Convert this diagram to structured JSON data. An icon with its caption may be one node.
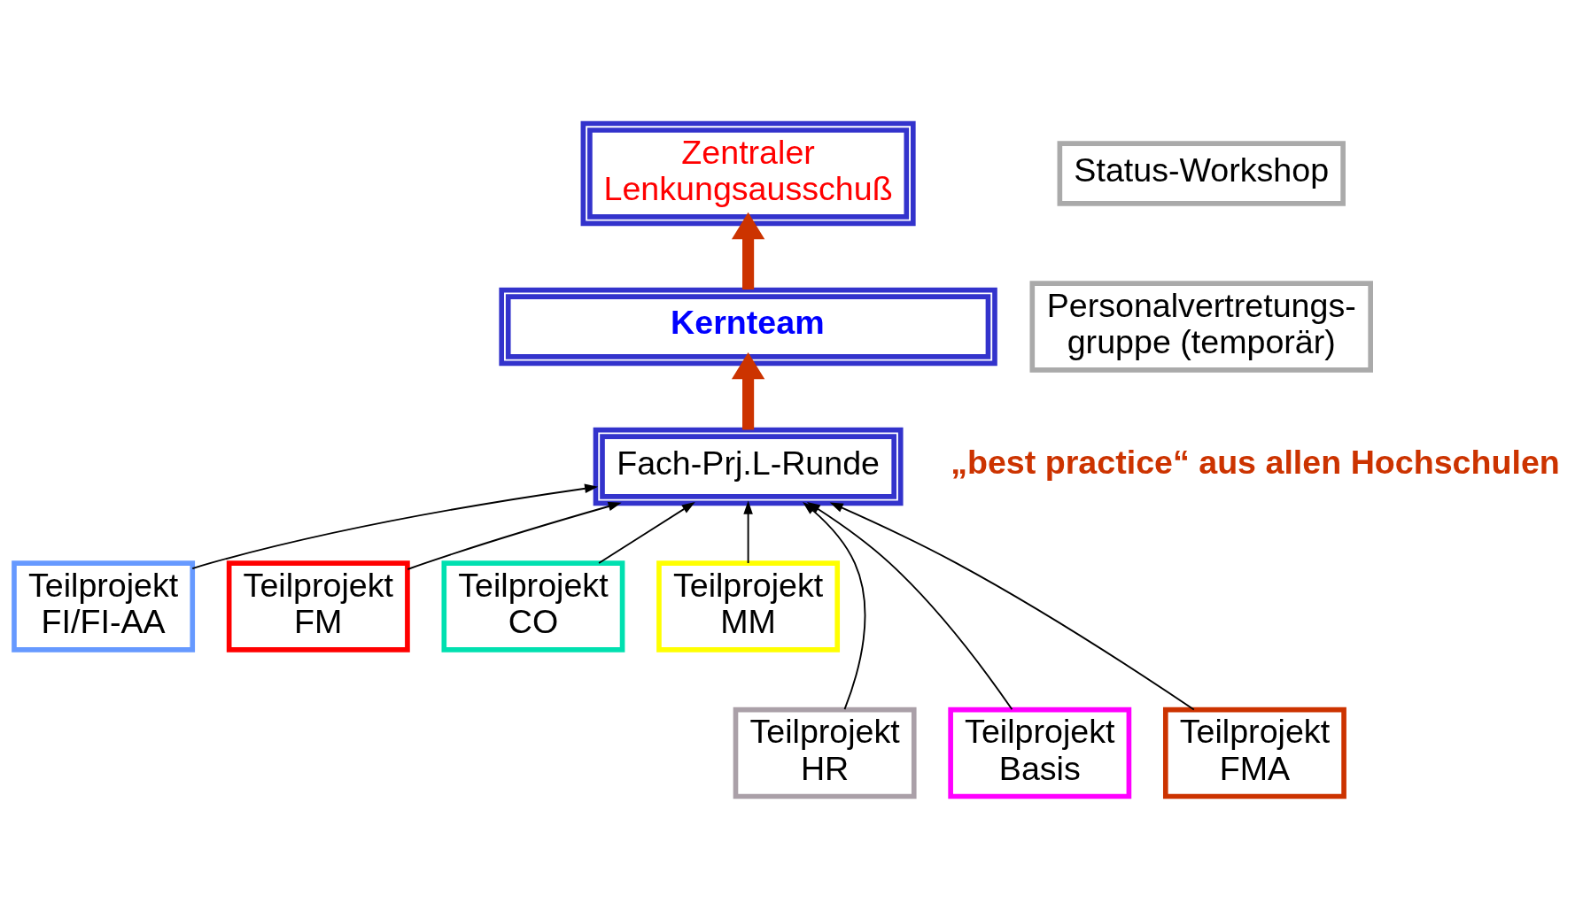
{
  "diagram": {
    "nodes": [
      {
        "text": [
          "Zentraler Lenkungsausschuß"
        ]
      },
      {
        "text": [
          "Kernteam"
        ]
      },
      {
        "text": [
          "Fach-Prj.L-Runde"
        ]
      },
      {
        "text": [
          "Status-Workshop"
        ]
      },
      {
        "text": [
          "Personalvertretungs- gruppe (temporär)"
        ]
      },
      {
        "text": [
          "Teilprojekt FI/FI-AA"
        ]
      },
      {
        "text": [
          "Teilprojekt FM"
        ]
      },
      {
        "text": [
          "Teilprojekt CO"
        ]
      },
      {
        "text": [
          "Teilprojekt MM"
        ]
      },
      {
        "text": [
          "Teilprojekt HR"
        ]
      },
      {
        "text": [
          "Teilprojekt Basis"
        ]
      },
      {
        "text": [
          "Teilprojekt FMA"
        ]
      }
    ],
    "edges": [
      {
        "from": 1,
        "to": 0,
        "arrow": "to",
        "style": "thick",
        "color": "#cc3300"
      },
      {
        "from": 2,
        "to": 1,
        "arrow": "to",
        "style": "thick",
        "color": "#cc3300"
      },
      {
        "from": 5,
        "to": 2,
        "arrow": "to"
      },
      {
        "from": 9,
        "to": 2,
        "arrow": "to"
      },
      {
        "from": 6,
        "to": 2,
        "arrow": "to"
      },
      {
        "from": 10,
        "to": 2,
        "arrow": "to"
      },
      {
        "from": 7,
        "to": 2,
        "arrow": "to"
      },
      {
        "from": 11,
        "to": 2,
        "arrow": "to"
      },
      {
        "from": 8,
        "to": 2,
        "arrow": "to"
      }
    ],
    "labels": [
      "„best practice“ aus allen Hochschulen"
    ]
  }
}
